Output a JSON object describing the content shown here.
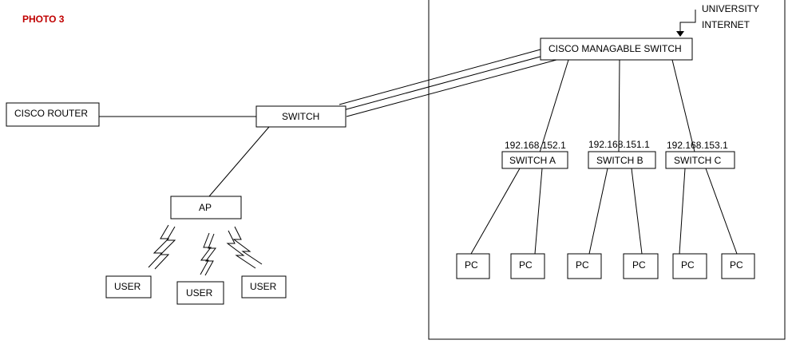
{
  "photo_label": "PHOTO 3",
  "photo_label_color": "#c00000",
  "nodes": {
    "cisco_router": "CISCO ROUTER",
    "switch": "SWITCH",
    "ap": "AP",
    "user_1": "USER",
    "user_2": "USER",
    "user_3": "USER",
    "cisco_managable_switch": "CISCO MANAGABLE SWITCH",
    "switch_a": "SWITCH A",
    "switch_b": "SWITCH B",
    "switch_c": "SWITCH C",
    "pc_1": "PC",
    "pc_2": "PC",
    "pc_3": "PC",
    "pc_4": "PC",
    "pc_5": "PC",
    "pc_6": "PC"
  },
  "ip_addresses": {
    "switch_a": "192.168.152.1",
    "switch_b": "192.168.151.1",
    "switch_c": "192.168.153.1"
  },
  "university_internet": {
    "line1": "UNIVERSITY",
    "line2": "INTERNET"
  }
}
